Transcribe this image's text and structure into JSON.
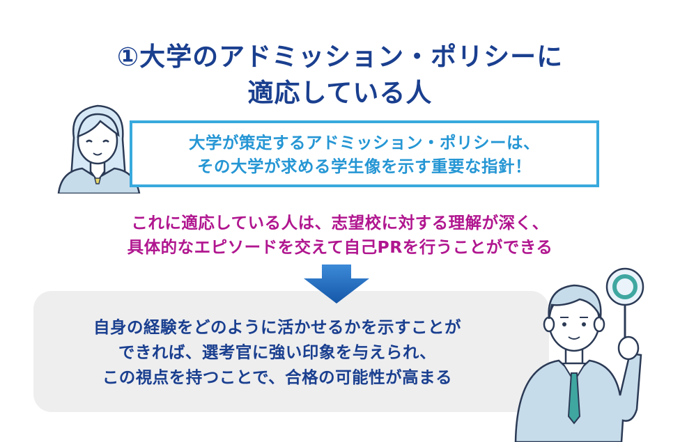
{
  "title": {
    "line1": "①大学のアドミッション・ポリシーに",
    "line2": "適応している人"
  },
  "quote": {
    "line1": "大学が策定するアドミッション・ポリシーは、",
    "line2": "その大学が求める学生像を示す重要な指針！"
  },
  "highlight": {
    "line1": "これに適応している人は、志望校に対する理解が深く、",
    "line2": "具体的なエピソードを交えて自己PRを行うことができる"
  },
  "conclusion": {
    "line1": "自身の経験をどのように活かせるかを示すことが",
    "line2": "できれば、選考官に強い印象を与えられ、",
    "line3": "この視点を持つことで、合格の可能性が高まる"
  },
  "colors": {
    "title": "#1a3f8f",
    "quote_border": "#38a9dd",
    "quote_text": "#2596d4",
    "highlight_text": "#b0168f",
    "arrow": "#1f6fc4",
    "bottom_box": "#eeeeef"
  },
  "icons": {
    "woman": "woman-avatar-icon",
    "arrow": "down-arrow-icon",
    "man": "man-holding-circle-sign-icon"
  }
}
